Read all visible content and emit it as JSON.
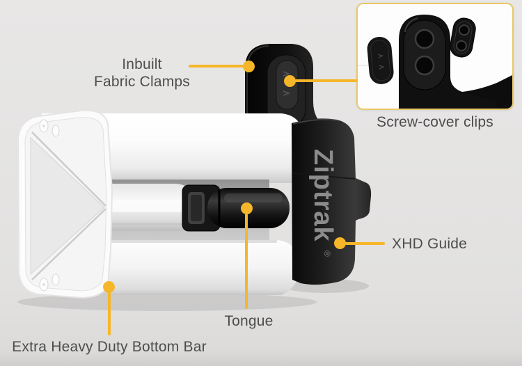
{
  "meta": {
    "accent": "#f6b629",
    "inset_border": "#e9c86b",
    "text_color": "#4d4d4d",
    "background": "#e2e1e0"
  },
  "product": {
    "logo_text": "Ziptrak",
    "logo_reg": "®"
  },
  "labels": {
    "fabric_clamps": {
      "line1": "Inbuilt",
      "line2": "Fabric Clamps"
    },
    "screw_cover_clips": {
      "text": "Screw-cover clips"
    },
    "xhd_guide": {
      "text": "XHD Guide"
    },
    "tongue": {
      "text": "Tongue"
    },
    "bottom_bar": {
      "text": "Extra Heavy Duty Bottom Bar"
    }
  }
}
